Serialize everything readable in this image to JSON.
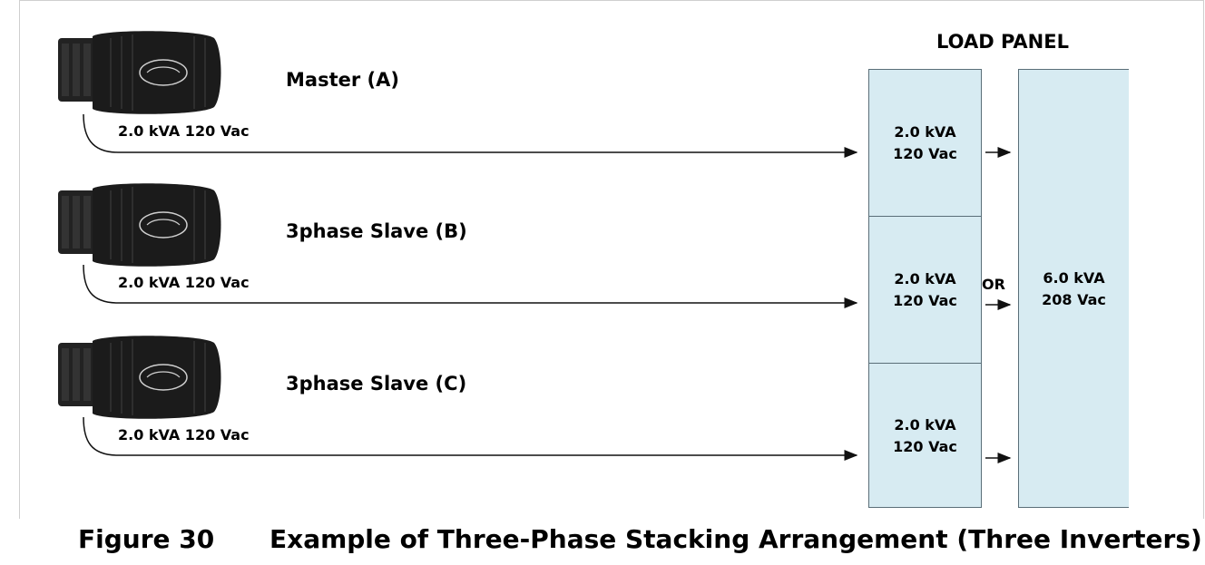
{
  "panel_title": "LOAD PANEL",
  "inverters": [
    {
      "name": "Master (A)",
      "output": "2.0 kVA 120 Vac",
      "logo": "outback-logo-icon"
    },
    {
      "name": "3phase Slave (B)",
      "output": "2.0 kVA 120 Vac",
      "logo": "outback-logo-icon"
    },
    {
      "name": "3phase Slave (C)",
      "output": "2.0 kVA 120 Vac",
      "logo": "outback-logo-icon"
    }
  ],
  "panel_cells": [
    {
      "kva": "2.0 kVA",
      "vac": "120 Vac"
    },
    {
      "kva": "2.0 kVA",
      "vac": "120 Vac"
    },
    {
      "kva": "2.0 kVA",
      "vac": "120 Vac"
    }
  ],
  "combined": {
    "kva": "6.0 kVA",
    "vac": "208 Vac"
  },
  "or_label": "OR",
  "figure": {
    "number": "Figure 30",
    "caption": "Example of Three-Phase Stacking Arrangement (Three Inverters)"
  },
  "colors": {
    "panel_fill": "#d7ebf2",
    "panel_border": "#5a6e78",
    "inverter_body": "#1b1b1b"
  }
}
